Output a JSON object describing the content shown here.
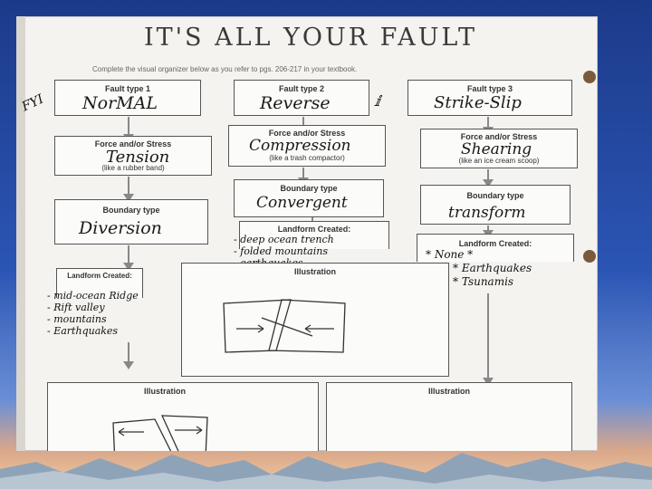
{
  "sheet": {
    "title": "IT'S ALL YOUR FAULT",
    "instructions": "Complete the visual organizer below as you refer to pgs. 206-217 in your textbook.",
    "fyi": "FYI"
  },
  "columns": [
    {
      "fault_label": "Fault type 1",
      "fault_value": "NorMAL",
      "force_label": "Force and/or Stress",
      "force_value": "Tension",
      "force_hint": "(like a rubber band)",
      "boundary_label": "Boundary type",
      "boundary_value": "Diversion",
      "landform_label": "Landform Created:",
      "landforms": [
        "- mid-ocean Ridge",
        "- Rift valley",
        "- mountains",
        "- Earthquakes"
      ],
      "illustration_label": "Illustration"
    },
    {
      "fault_label": "Fault type 2",
      "fault_value": "Reverse",
      "force_label": "Force and/or Stress",
      "force_value": "Compression",
      "force_hint": "(like a trash compactor)",
      "boundary_label": "Boundary type",
      "boundary_value": "Convergent",
      "landform_label": "Landform Created:",
      "landforms": [
        "- deep ocean trench",
        "- folded mountains",
        "- earthquakes"
      ],
      "illustration_label": "Illustration"
    },
    {
      "fault_label": "Fault type 3",
      "fault_value": "Strike-Slip",
      "force_label": "Force and/or Stress",
      "force_value": "Shearing",
      "force_hint": "(like an ice cream scoop)",
      "boundary_label": "Boundary type",
      "boundary_value": "transform",
      "landform_label": "Landform Created:",
      "landforms": [
        "* None *",
        "* Earthquakes",
        "* Tsunamis"
      ],
      "illustration_label": "Illustration"
    }
  ]
}
